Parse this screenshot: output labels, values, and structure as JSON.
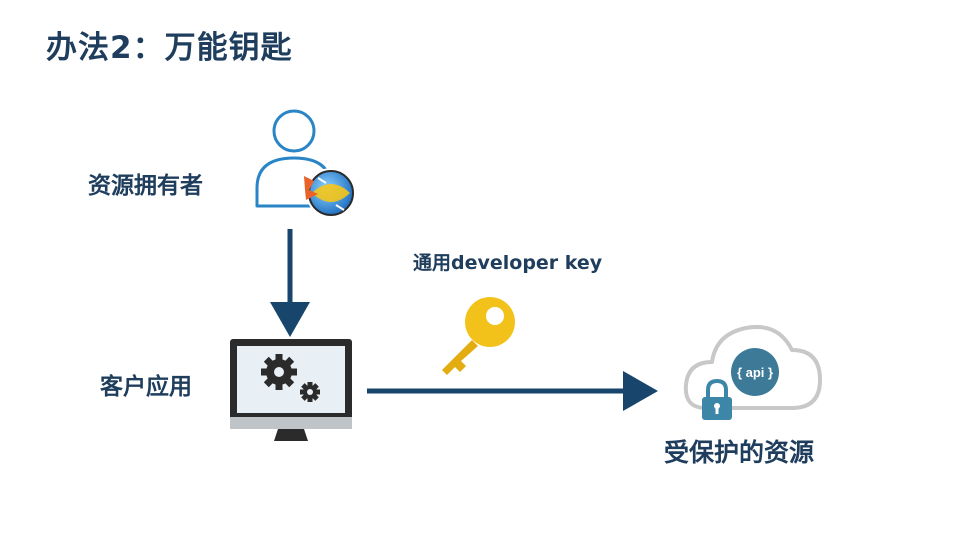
{
  "title": "办法2：万能钥匙",
  "nodes": {
    "resource_owner": {
      "label": "资源拥有者",
      "icon": "user-with-browser-icon"
    },
    "client_app": {
      "label": "客户应用",
      "icon": "monitor-gears-icon"
    },
    "protected_resource": {
      "label": "受保护的资源",
      "icon": "cloud-api-lock-icon",
      "api_text": "{ api }"
    }
  },
  "key": {
    "label": "通用developer key",
    "icon": "key-icon"
  },
  "colors": {
    "title": "#1f3d5c",
    "arrow": "#17456b",
    "key": "#f2c21a",
    "cloud_outline": "#c8c8c8",
    "api_badge": "#3c7a98",
    "lock": "#3c86a8",
    "user_outline": "#2a85c7"
  }
}
